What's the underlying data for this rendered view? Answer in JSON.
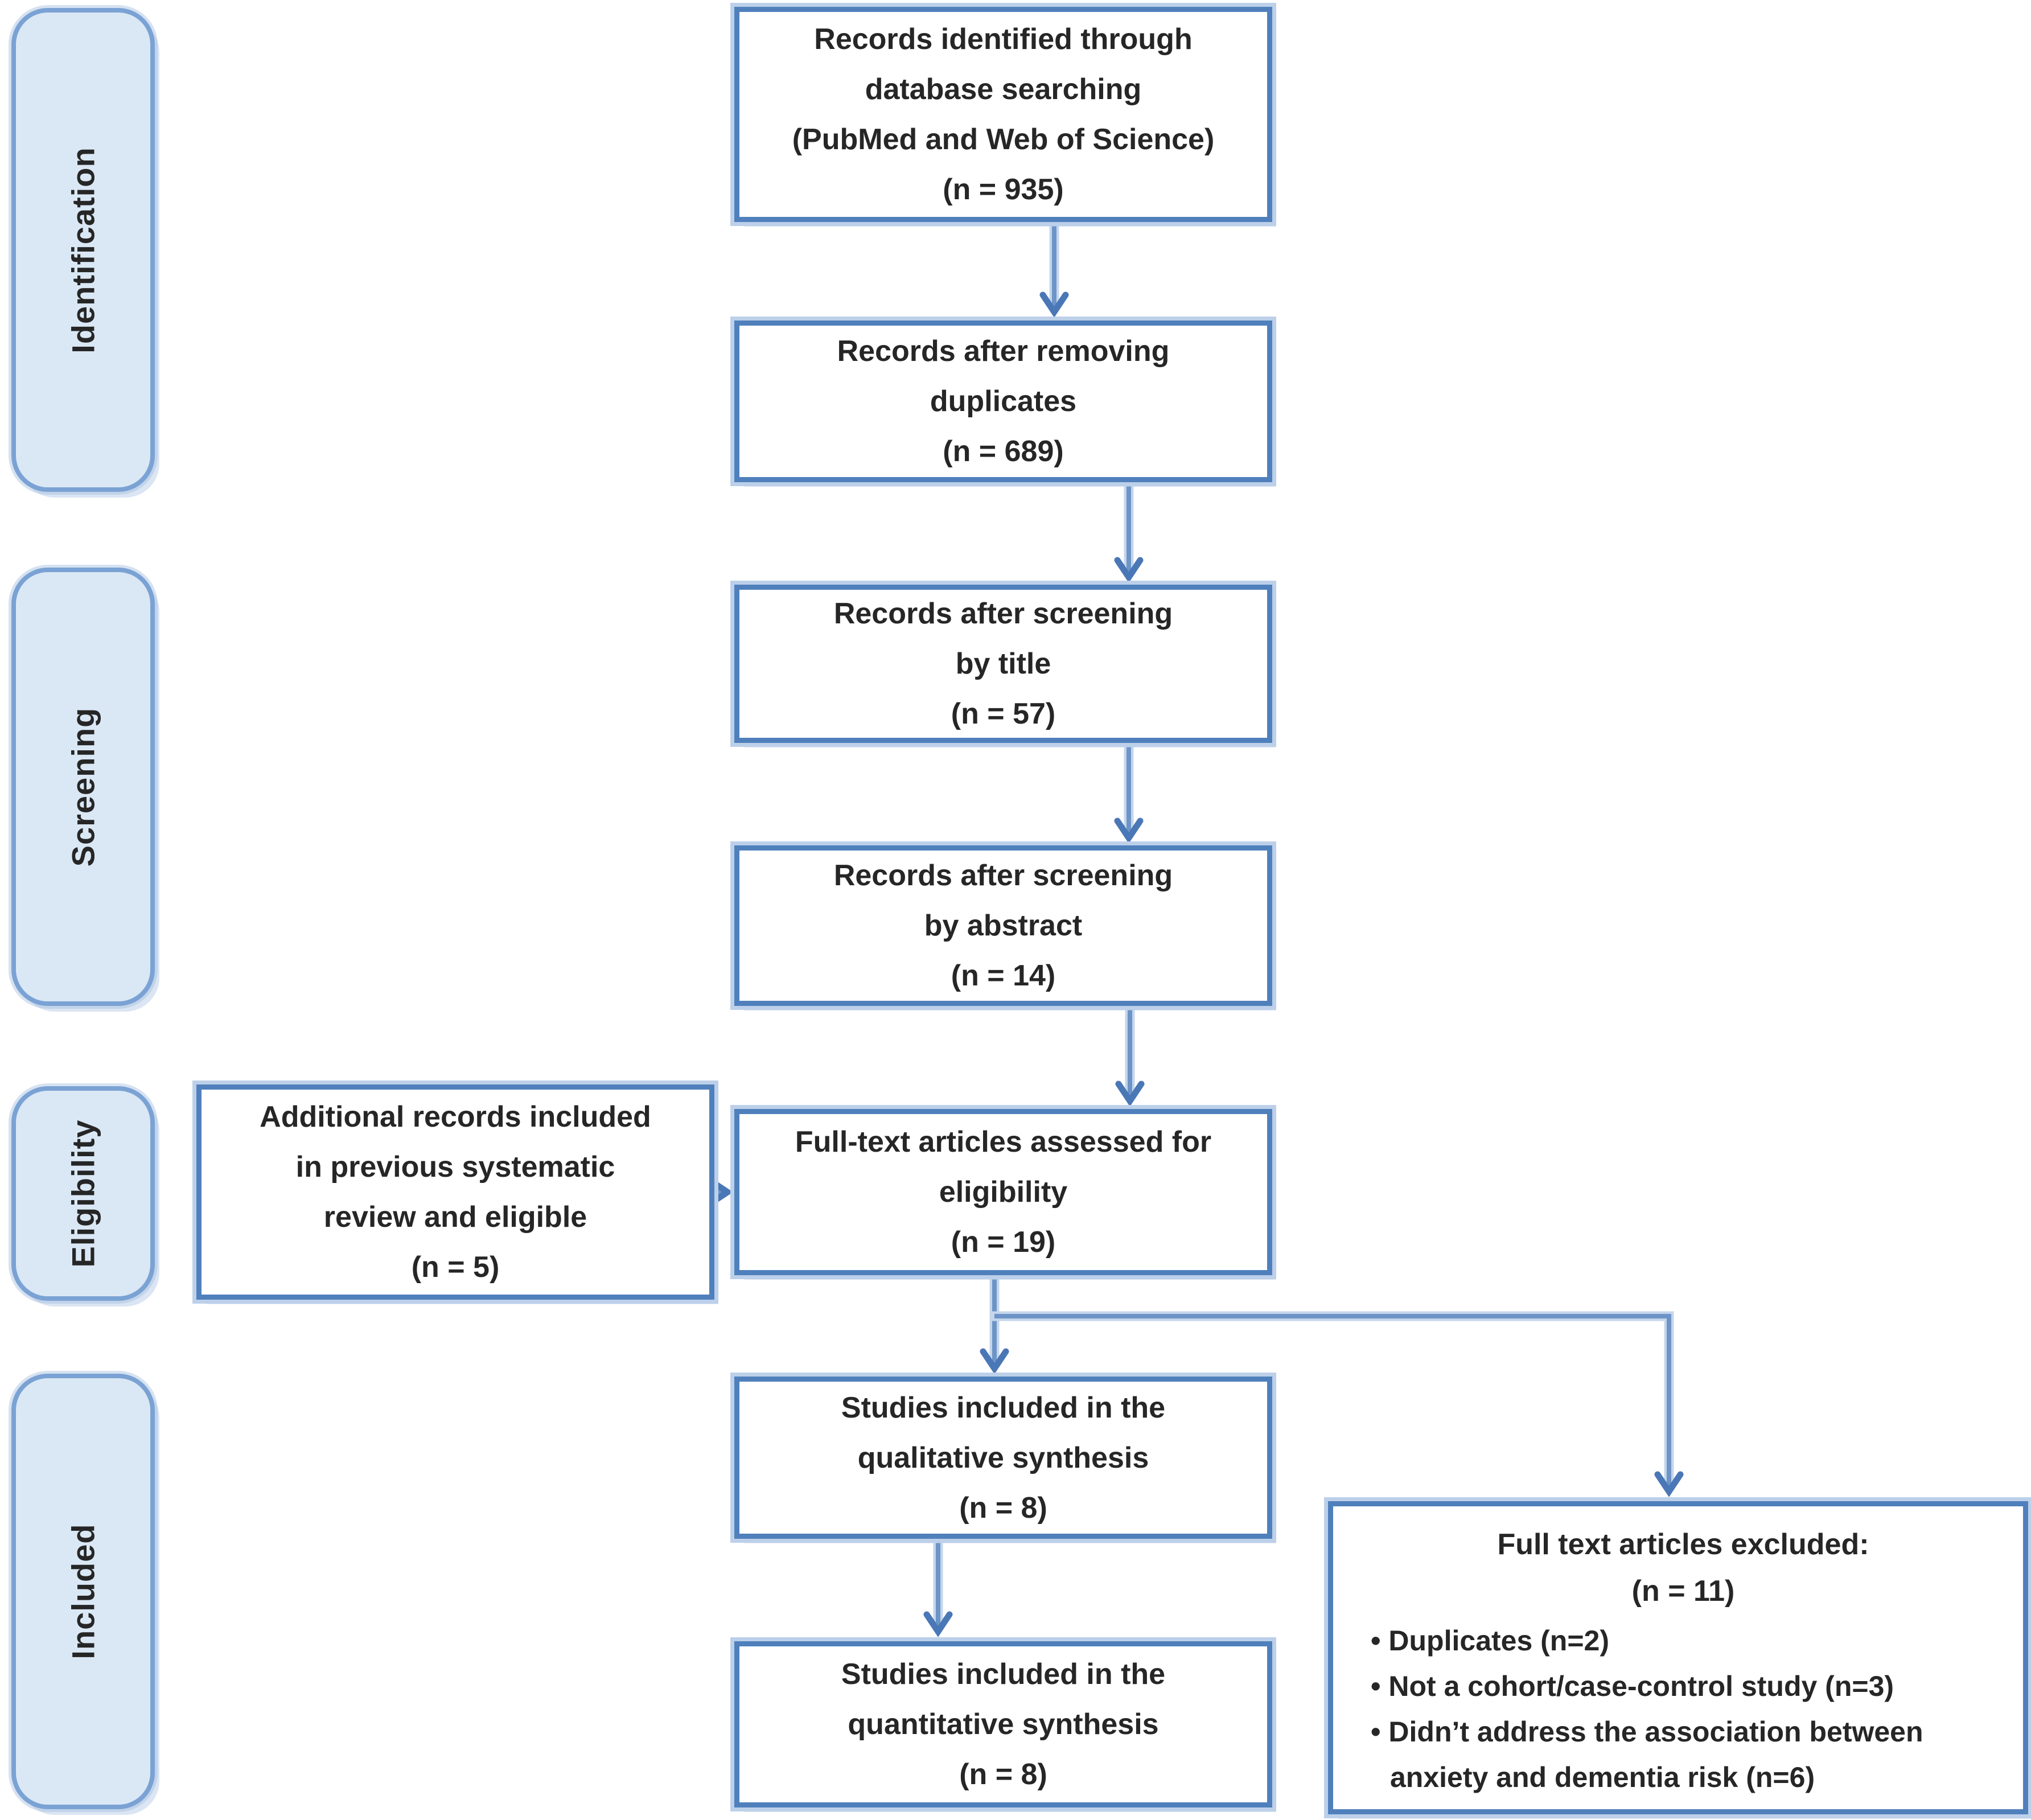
{
  "diagram": {
    "type": "prisma-flowchart",
    "stages": [
      {
        "label": "Identification"
      },
      {
        "label": "Screening"
      },
      {
        "label": "Eligibility"
      },
      {
        "label": "Included"
      }
    ],
    "boxes": {
      "identified": {
        "lines": [
          "Records identified through",
          "database searching",
          "(PubMed and Web of Science)",
          "(n = 935)"
        ],
        "n": 935
      },
      "deduplicated": {
        "lines": [
          "Records after removing",
          "duplicates",
          "(n = 689)"
        ],
        "n": 689
      },
      "title_screened": {
        "lines": [
          "Records after screening",
          "by title",
          "(n = 57)"
        ],
        "n": 57
      },
      "abstract_screened": {
        "lines": [
          "Records after screening",
          "by abstract",
          "(n = 14)"
        ],
        "n": 14
      },
      "additional": {
        "lines": [
          "Additional records included",
          "in previous systematic",
          "review and eligible",
          "(n = 5)"
        ],
        "n": 5
      },
      "fulltext": {
        "lines": [
          "Full-text articles assessed for",
          "eligibility",
          "(n = 19)"
        ],
        "n": 19
      },
      "qualitative": {
        "lines": [
          "Studies included in the",
          "qualitative synthesis",
          "(n = 8)"
        ],
        "n": 8
      },
      "quantitative": {
        "lines": [
          "Studies included in the",
          "quantitative synthesis",
          "(n = 8)"
        ],
        "n": 8
      },
      "excluded": {
        "title_lines": [
          "Full text articles excluded:",
          "(n = 11)"
        ],
        "n": 11,
        "bullets": [
          "Duplicates (n=2)",
          "Not a cohort/case-control study (n=3)",
          "Didn’t address the association between anxiety and dementia risk (n=6)"
        ]
      }
    },
    "colors": {
      "box_border": "#4f80bc",
      "box_halo": "#bdd0ea",
      "box_fill": "#ffffff",
      "stage_fill": "#dae8f5",
      "stage_border": "#7ba2d4",
      "arrow_stem": "#6d94c7",
      "arrow_halo": "#c5d6ec",
      "arrow_head": "#4a77b6",
      "text": "#262626"
    }
  }
}
